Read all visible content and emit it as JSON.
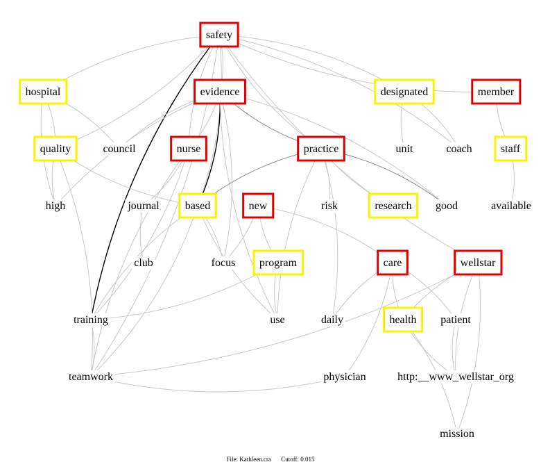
{
  "colors": {
    "red": "#e00000",
    "yellow": "#f5f500",
    "edge": "#c8c8c8",
    "strong_edge": "#000000"
  },
  "nodes": {
    "safety": {
      "label": "safety",
      "box": "red"
    },
    "hospital": {
      "label": "hospital",
      "box": "yellow"
    },
    "evidence": {
      "label": "evidence",
      "box": "red"
    },
    "designated": {
      "label": "designated",
      "box": "yellow"
    },
    "member": {
      "label": "member",
      "box": "red"
    },
    "quality": {
      "label": "quality",
      "box": "yellow"
    },
    "council": {
      "label": "council",
      "box": "none"
    },
    "nurse": {
      "label": "nurse",
      "box": "red"
    },
    "practice": {
      "label": "practice",
      "box": "red"
    },
    "unit": {
      "label": "unit",
      "box": "none"
    },
    "coach": {
      "label": "coach",
      "box": "none"
    },
    "staff": {
      "label": "staff",
      "box": "yellow"
    },
    "high": {
      "label": "high",
      "box": "none"
    },
    "journal": {
      "label": "journal",
      "box": "none"
    },
    "based": {
      "label": "based",
      "box": "yellow"
    },
    "new": {
      "label": "new",
      "box": "red"
    },
    "risk": {
      "label": "risk",
      "box": "none"
    },
    "research": {
      "label": "research",
      "box": "yellow"
    },
    "good": {
      "label": "good",
      "box": "none"
    },
    "available": {
      "label": "available",
      "box": "none"
    },
    "club": {
      "label": "club",
      "box": "none"
    },
    "focus": {
      "label": "focus",
      "box": "none"
    },
    "program": {
      "label": "program",
      "box": "yellow"
    },
    "care": {
      "label": "care",
      "box": "red"
    },
    "wellstar": {
      "label": "wellstar",
      "box": "red"
    },
    "training": {
      "label": "training",
      "box": "none"
    },
    "use": {
      "label": "use",
      "box": "none"
    },
    "daily": {
      "label": "daily",
      "box": "none"
    },
    "health": {
      "label": "health",
      "box": "yellow"
    },
    "patient": {
      "label": "patient",
      "box": "none"
    },
    "teamwork": {
      "label": "teamwork",
      "box": "none"
    },
    "physician": {
      "label": "physician",
      "box": "none"
    },
    "url": {
      "label": "http:__www_wellstar_org",
      "box": "none"
    },
    "mission": {
      "label": "mission",
      "box": "none"
    }
  },
  "edges": [
    [
      "safety",
      "evidence",
      "normal"
    ],
    [
      "safety",
      "hospital",
      "normal"
    ],
    [
      "safety",
      "quality",
      "normal"
    ],
    [
      "safety",
      "training",
      "black"
    ],
    [
      "safety",
      "based",
      "normal"
    ],
    [
      "safety",
      "practice",
      "normal"
    ],
    [
      "safety",
      "designated",
      "normal"
    ],
    [
      "safety",
      "member",
      "normal"
    ],
    [
      "safety",
      "coach",
      "normal"
    ],
    [
      "safety",
      "wellstar",
      "normal"
    ],
    [
      "safety",
      "teamwork",
      "normal"
    ],
    [
      "safety",
      "nurse",
      "normal"
    ],
    [
      "evidence",
      "based",
      "black"
    ],
    [
      "evidence",
      "practice",
      "dark"
    ],
    [
      "evidence",
      "nurse",
      "normal"
    ],
    [
      "evidence",
      "council",
      "normal"
    ],
    [
      "evidence",
      "focus",
      "normal"
    ],
    [
      "evidence",
      "use",
      "normal"
    ],
    [
      "evidence",
      "good",
      "normal"
    ],
    [
      "evidence",
      "high",
      "normal"
    ],
    [
      "hospital",
      "quality",
      "normal"
    ],
    [
      "hospital",
      "high",
      "normal"
    ],
    [
      "hospital",
      "council",
      "normal"
    ],
    [
      "quality",
      "high",
      "normal"
    ],
    [
      "quality",
      "teamwork",
      "normal"
    ],
    [
      "quality",
      "based",
      "normal"
    ],
    [
      "nurse",
      "training",
      "normal"
    ],
    [
      "nurse",
      "teamwork",
      "normal"
    ],
    [
      "nurse",
      "journal",
      "normal"
    ],
    [
      "practice",
      "based",
      "dark"
    ],
    [
      "practice",
      "risk",
      "normal"
    ],
    [
      "practice",
      "research",
      "normal"
    ],
    [
      "practice",
      "good",
      "dark"
    ],
    [
      "practice",
      "use",
      "normal"
    ],
    [
      "practice",
      "daily",
      "normal"
    ],
    [
      "designated",
      "unit",
      "normal"
    ],
    [
      "designated",
      "coach",
      "normal"
    ],
    [
      "member",
      "staff",
      "normal"
    ],
    [
      "staff",
      "available",
      "normal"
    ],
    [
      "journal",
      "club",
      "normal"
    ],
    [
      "based",
      "focus",
      "normal"
    ],
    [
      "based",
      "training",
      "normal"
    ],
    [
      "based",
      "teamwork",
      "normal"
    ],
    [
      "based",
      "use",
      "normal"
    ],
    [
      "new",
      "focus",
      "normal"
    ],
    [
      "new",
      "program",
      "normal"
    ],
    [
      "new",
      "care",
      "normal"
    ],
    [
      "program",
      "use",
      "normal"
    ],
    [
      "program",
      "training",
      "normal"
    ],
    [
      "care",
      "health",
      "normal"
    ],
    [
      "care",
      "patient",
      "normal"
    ],
    [
      "care",
      "daily",
      "normal"
    ],
    [
      "care",
      "physician",
      "normal"
    ],
    [
      "wellstar",
      "health",
      "normal"
    ],
    [
      "wellstar",
      "mission",
      "normal"
    ],
    [
      "wellstar",
      "url",
      "normal"
    ],
    [
      "wellstar",
      "teamwork",
      "normal"
    ],
    [
      "health",
      "url",
      "normal"
    ],
    [
      "health",
      "mission",
      "normal"
    ],
    [
      "patient",
      "url",
      "normal"
    ],
    [
      "training",
      "teamwork",
      "normal"
    ],
    [
      "teamwork",
      "physician",
      "normal"
    ]
  ],
  "footer": {
    "file": "File: Kathleen.cra",
    "cutoff": "Cutoff: 0.015"
  }
}
